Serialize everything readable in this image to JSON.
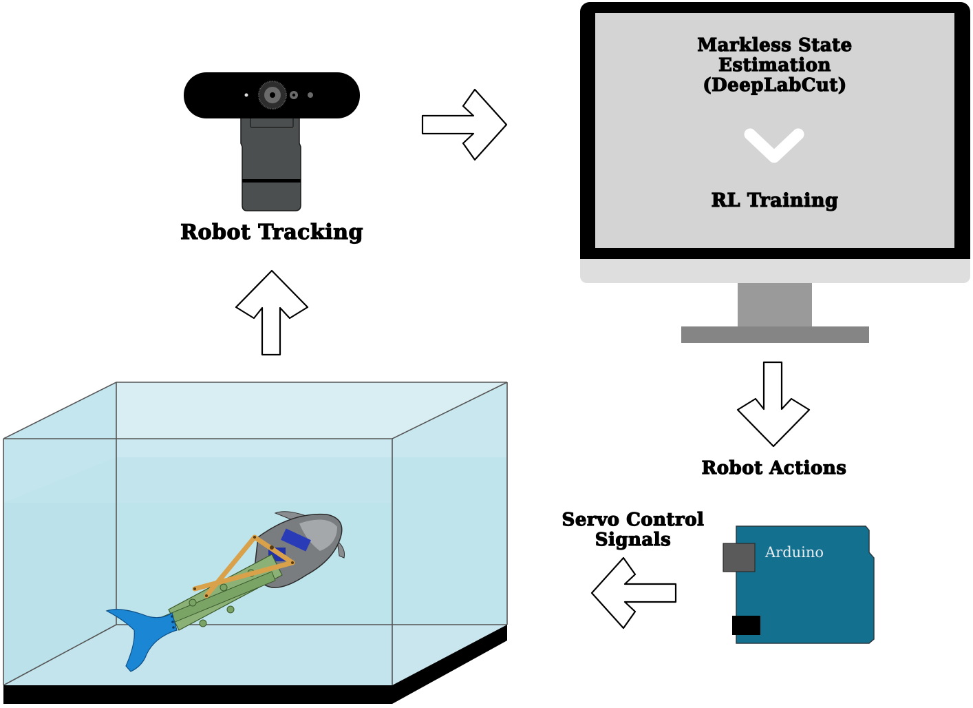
{
  "diagram": {
    "title": "Closed-loop RL training pipeline for robotic fish",
    "nodes": {
      "camera": {
        "label": "Robot Tracking",
        "icon": "webcam-icon"
      },
      "computer": {
        "label_top": [
          "Markless State",
          "Estimation",
          "(DeepLabCut)"
        ],
        "label_bottom": "RL Training",
        "icon": "monitor-icon"
      },
      "actions": {
        "label": "Robot Actions"
      },
      "arduino": {
        "board_text": "Arduino",
        "icon": "arduino-board-icon"
      },
      "servo": {
        "label": [
          "Servo Control",
          "Signals"
        ]
      },
      "tank": {
        "icon": "fish-tank-icon",
        "content": "robotic-fish-icon"
      }
    },
    "edges": [
      {
        "from": "tank",
        "to": "camera",
        "direction": "up"
      },
      {
        "from": "camera",
        "to": "computer",
        "direction": "right"
      },
      {
        "from": "computer",
        "to": "arduino",
        "direction": "down"
      },
      {
        "from": "arduino",
        "to": "tank",
        "direction": "left"
      }
    ],
    "colors": {
      "monitor_bezel": "#000000",
      "monitor_screen": "#d4d4d4",
      "monitor_chin": "#dedede",
      "monitor_stand": "#9a9a9a",
      "monitor_base": "#858585",
      "arduino_board": "#14708f",
      "water": "#bfe3ea",
      "fish_tail": "#1a86d4",
      "fish_frame": "#d9a24a",
      "fish_spine": "#8bb176",
      "fish_body": "#7a7d80"
    }
  }
}
